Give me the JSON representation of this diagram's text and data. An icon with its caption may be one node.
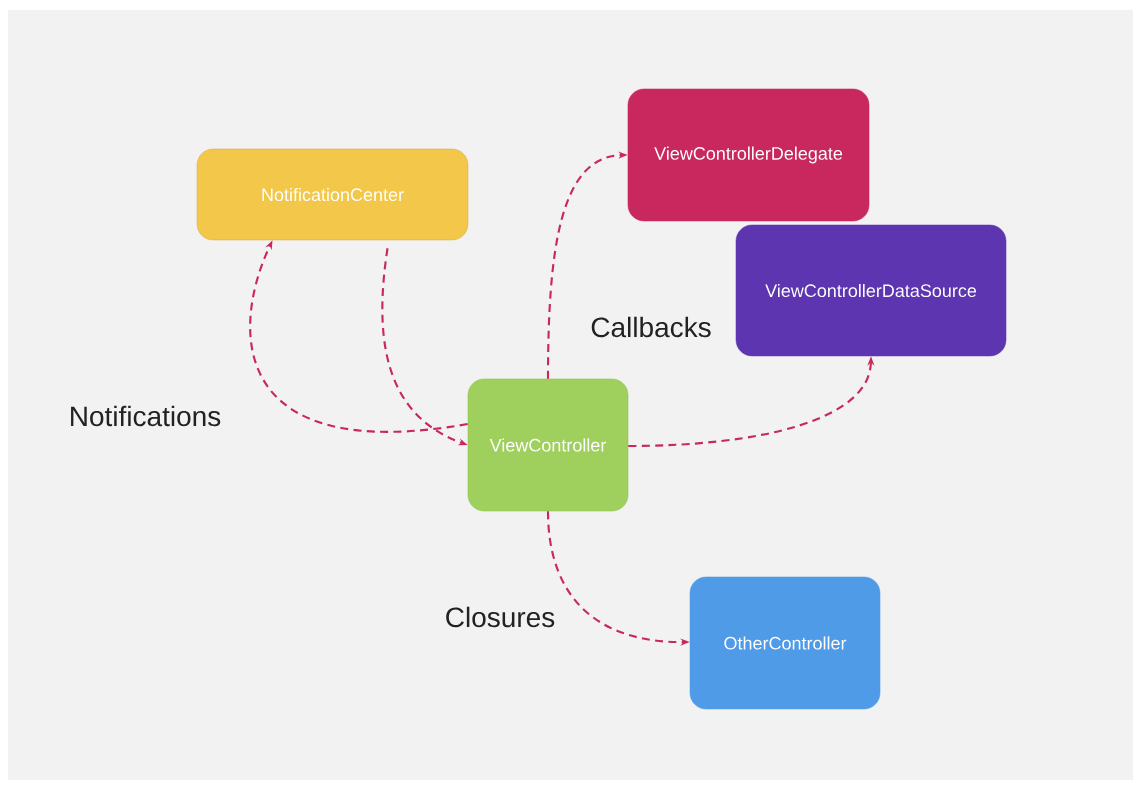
{
  "diagram": {
    "nodes": [
      {
        "text": [
          "NotificationCenter"
        ]
      },
      {
        "text": [
          "ViewControllerDelegate"
        ]
      },
      {
        "text": [
          "ViewControllerDataSource"
        ]
      },
      {
        "text": [
          "ViewController"
        ]
      },
      {
        "text": [
          "OtherController"
        ]
      }
    ],
    "edges": [
      {
        "from": 3,
        "to": 0,
        "arrow": "to",
        "style": "dashed"
      },
      {
        "from": 0,
        "to": 3,
        "arrow": "to",
        "style": "dashed"
      },
      {
        "from": 3,
        "to": 1,
        "arrow": "to",
        "style": "dashed"
      },
      {
        "from": 3,
        "to": 2,
        "arrow": "to",
        "style": "dashed"
      },
      {
        "from": 3,
        "to": 4,
        "arrow": "to",
        "style": "dashed"
      }
    ],
    "labels": [
      "Callbacks",
      "Notifications",
      "Closures"
    ]
  }
}
